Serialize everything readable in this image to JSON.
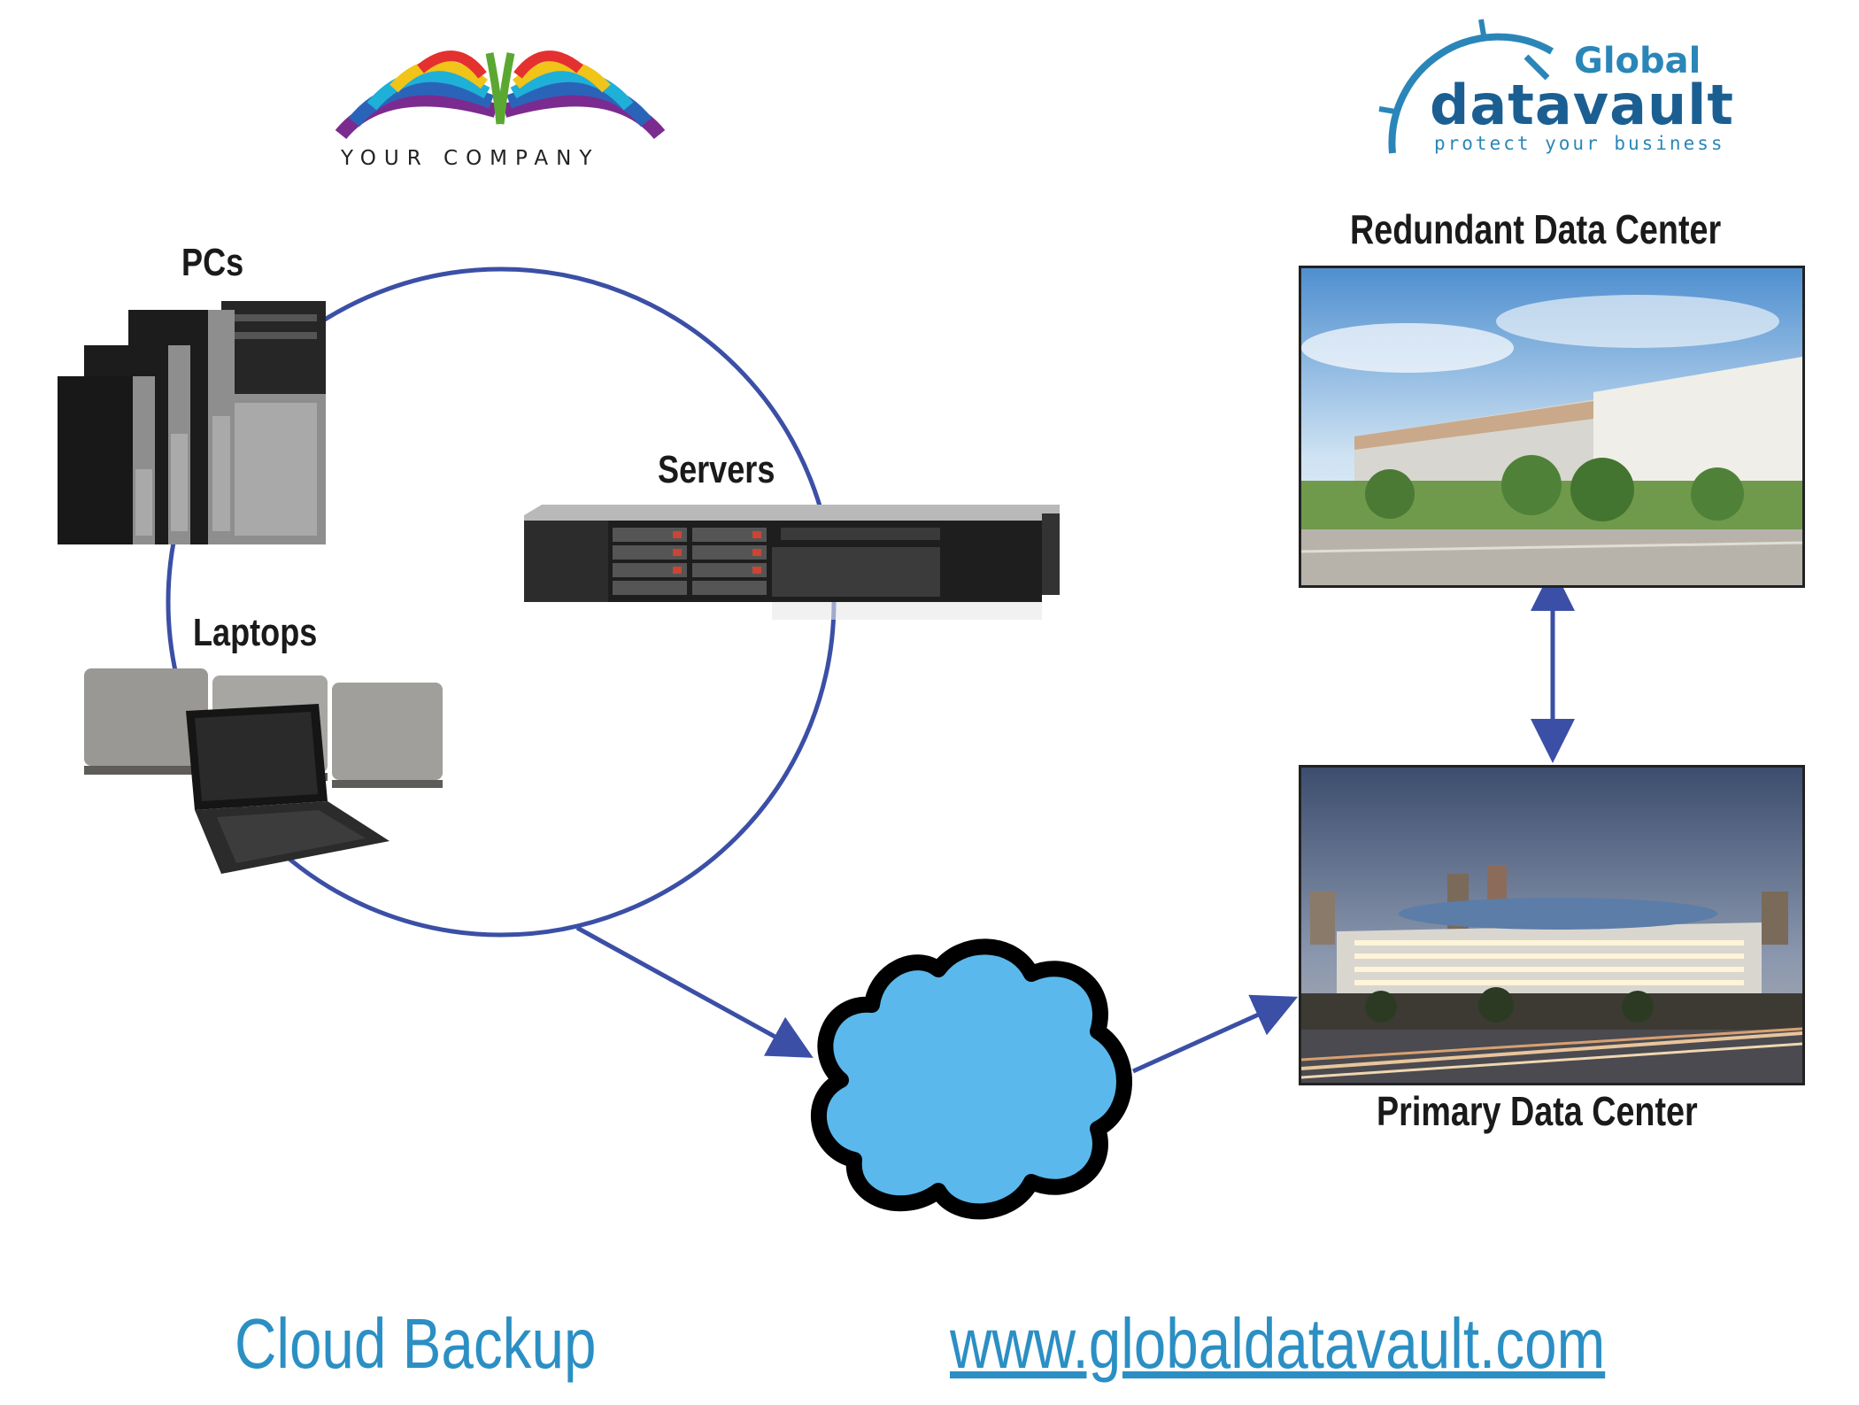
{
  "logos": {
    "company": {
      "text": "YOUR COMPANY"
    },
    "global_datavault": {
      "word1": "Global",
      "word2": "datavault",
      "tagline": "protect your business"
    }
  },
  "nodes": {
    "pcs": "PCs",
    "laptops": "Laptops",
    "servers": "Servers",
    "redundant_dc": "Redundant Data Center",
    "primary_dc": "Primary Data Center"
  },
  "footer": {
    "title": "Cloud Backup",
    "website": "www.globaldatavault.com"
  },
  "colors": {
    "connector": "#3b4fa6",
    "cloud_fill": "#5bb8ec",
    "accent_text": "#2b8fc4",
    "brand_dark": "#1b5f92"
  }
}
